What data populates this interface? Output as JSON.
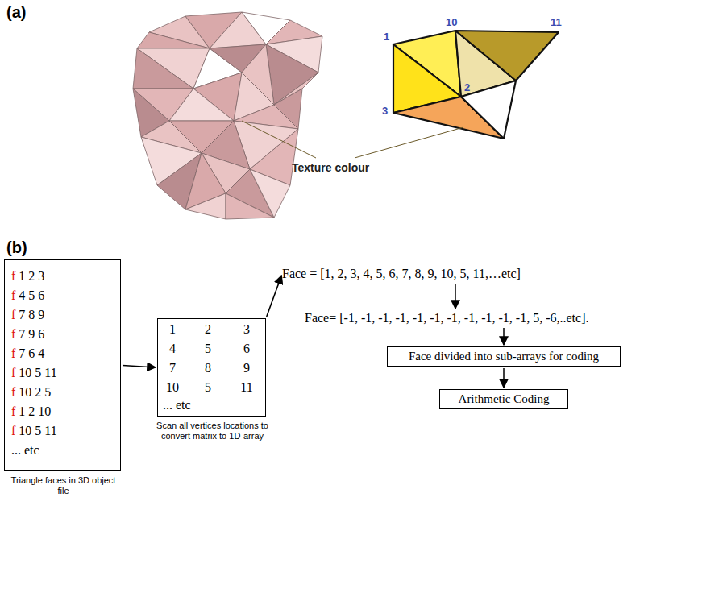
{
  "diagram": {
    "nodes": [
      {
        "text": [
          "f 1 2 3",
          "f 4 5 6",
          "f 7 8 9",
          "f 7 9 6",
          "f 7 6 4",
          "f 10 5 11",
          "f 10 2 5",
          "f 1 2 10",
          "f 10 5 11",
          "... etc",
          "Triangle faces in 3D object file"
        ]
      },
      {
        "text": [
          "1",
          "2",
          "3",
          "4",
          "5",
          "6",
          "7",
          "8",
          "9",
          "10",
          "5",
          "11",
          "... etc",
          "Scan all vertices locations to convert matrix to 1D-array"
        ]
      },
      {
        "text": [
          "Face = [1, 2, 3, 4, 5, 6, 7, 8, 9, 10, 5, 11,…etc]"
        ]
      },
      {
        "text": [
          "Face= [-1, -1, -1, -1, -1, -1, -1, -1, -1, -1, -1, 5, -6,..etc]."
        ]
      },
      {
        "text": [
          "Face divided into sub-arrays for coding"
        ]
      },
      {
        "text": [
          "Arithmetic Coding"
        ]
      }
    ],
    "edges": [
      {
        "from": 0,
        "to": 1,
        "arrow": "to"
      },
      {
        "from": 1,
        "to": 2,
        "arrow": "to"
      },
      {
        "from": 2,
        "to": 3,
        "arrow": "to"
      },
      {
        "from": 3,
        "to": 4,
        "arrow": "to"
      },
      {
        "from": 4,
        "to": 5,
        "arrow": "to"
      }
    ],
    "labels": [
      "(a)",
      "1",
      "10",
      "11",
      "3",
      "2",
      "Texture colour",
      "(b)"
    ]
  }
}
